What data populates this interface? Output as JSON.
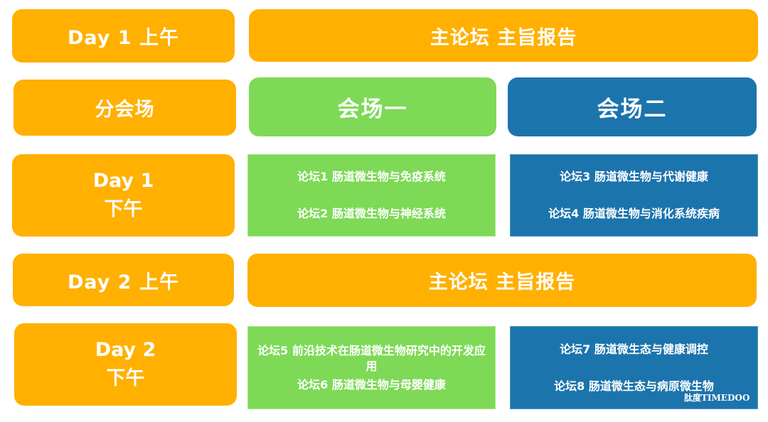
{
  "colors": {
    "time_slot": "#FFB000",
    "venue1": "#7ED957",
    "venue2": "#1C74AD",
    "text": "#FFFFFF",
    "background": "#FFFFFF"
  },
  "rows": [
    {
      "time_label": "Day 1 上午",
      "main_session": "主论坛 主旨报告"
    },
    {
      "time_label": "分会场",
      "venues": [
        "会场一",
        "会场二"
      ]
    },
    {
      "time_label_line1": "Day 1",
      "time_label_line2": "下午",
      "venue1_forums": [
        "论坛1 肠道微生物与免疫系统",
        "论坛2 肠道微生物与神经系统"
      ],
      "venue2_forums": [
        "论坛3 肠道微生物与代谢健康",
        "论坛4 肠道微生物与消化系统疾病"
      ]
    },
    {
      "time_label": "Day 2 上午",
      "main_session": "主论坛 主旨报告"
    },
    {
      "time_label_line1": "Day 2",
      "time_label_line2": "下午",
      "venue1_forums": [
        "论坛5 前沿技术在肠道微生物研究中的开发应用",
        "论坛6 肠道微生物与母婴健康"
      ],
      "venue2_forums": [
        "论坛7 肠道微生态与健康调控",
        "论坛8 肠道微生态与病原微生物"
      ]
    }
  ],
  "watermark": "肽度TIMEDOO"
}
